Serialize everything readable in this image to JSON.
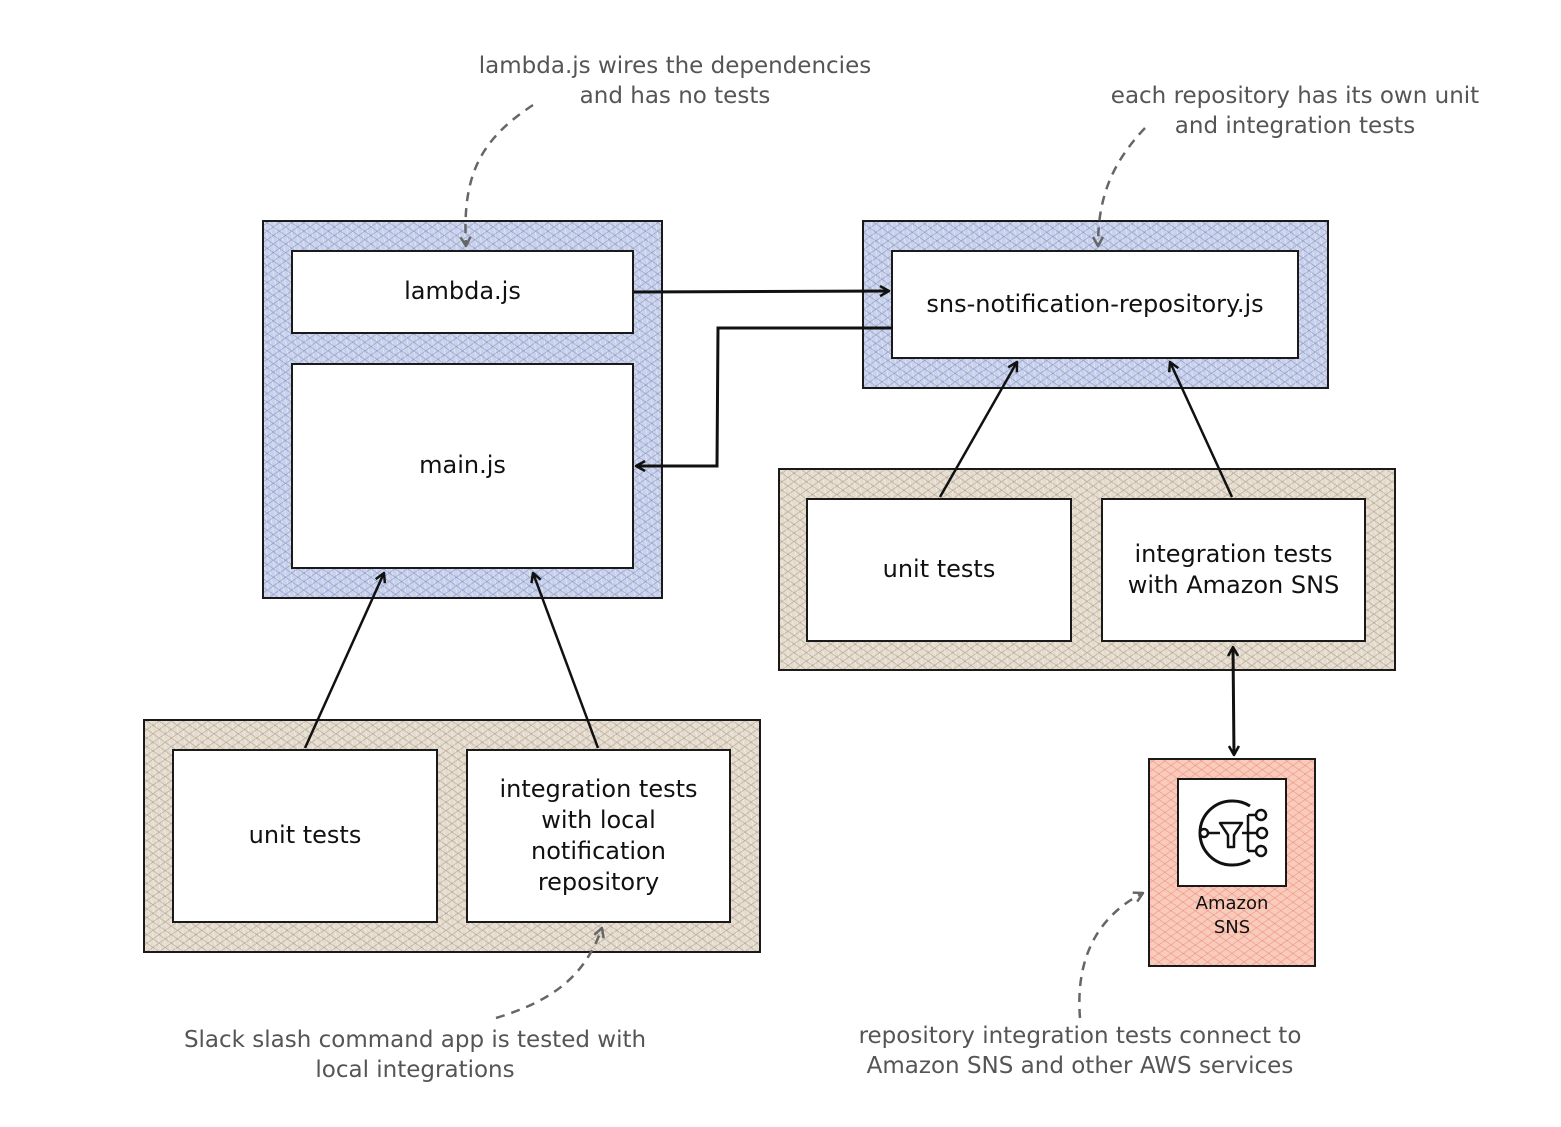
{
  "notes": {
    "lambda": [
      "lambda.js wires the dependencies",
      "and has no tests"
    ],
    "repository": [
      "each repository has its own unit",
      "and integration tests"
    ],
    "slack": [
      "Slack slash command app is tested with",
      "local integrations"
    ],
    "aws": [
      "repository integration tests connect to",
      "Amazon SNS and other AWS services"
    ]
  },
  "app": {
    "lambda_label": "lambda.js",
    "main_label": "main.js",
    "unit_tests": "unit tests",
    "integration_tests": [
      "integration tests",
      "with local",
      "notification",
      "repository"
    ]
  },
  "repo": {
    "label": "sns-notification-repository.js",
    "unit_tests": "unit tests",
    "integration_tests": [
      "integration tests",
      "with Amazon SNS"
    ]
  },
  "sns": {
    "icon": "amazon-sns-icon",
    "label": [
      "Amazon",
      "SNS"
    ]
  },
  "colors": {
    "app_container": "#c9d2ea",
    "test_container": "#e4dccf",
    "aws_service": "#f9cbbd",
    "note_text": "#555555"
  }
}
